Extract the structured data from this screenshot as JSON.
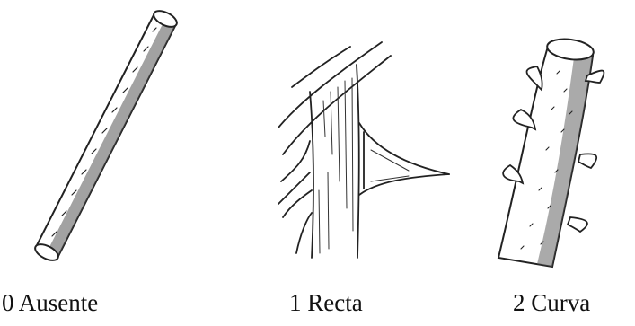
{
  "figure": {
    "panels": [
      {
        "caption": "0 Ausente",
        "icon": "smooth-stem-icon"
      },
      {
        "caption": "1 Recta",
        "icon": "straight-thorn-stem-icon"
      },
      {
        "caption": "2 Curva",
        "icon": "curved-thorn-stem-icon"
      }
    ],
    "ink_color": "#2a2a2a"
  }
}
